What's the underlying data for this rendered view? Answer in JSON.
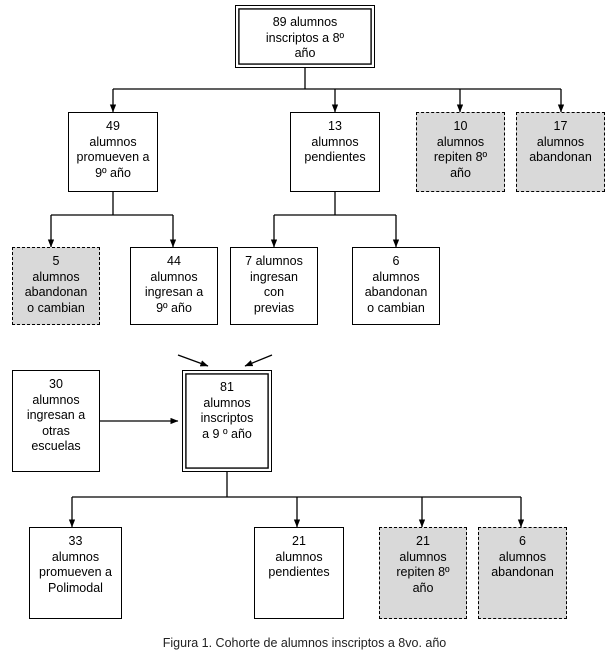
{
  "figure": {
    "caption": "Figura 1. Cohorte de alumnos inscriptos a 8vo. año",
    "colors": {
      "shaded_fill": "#d9d9d9",
      "line": "#000000",
      "background": "#ffffff"
    }
  },
  "nodes": {
    "root": {
      "label": "89 alumnos\ninscriptos a 8º\naño",
      "count": 89,
      "style": "double",
      "shaded": false
    },
    "promueven9": {
      "label": "49\nalumnos\npromueven a\n9º año",
      "count": 49,
      "style": "solid",
      "shaded": false
    },
    "pendientes8": {
      "label": "13\nalumnos\npendientes",
      "count": 13,
      "style": "solid",
      "shaded": false
    },
    "repiten8": {
      "label": "10\nalumnos\nrepiten 8º\naño",
      "count": 10,
      "style": "dashed",
      "shaded": true
    },
    "abandonan8": {
      "label": "17\nalumnos\nabandonan",
      "count": 17,
      "style": "dashed",
      "shaded": true
    },
    "abandonan_cambian5": {
      "label": "5\nalumnos\nabandonan\no cambian",
      "count": 5,
      "style": "dashed",
      "shaded": true
    },
    "ingresan44": {
      "label": "44\nalumnos\ningresan a\n9º año",
      "count": 44,
      "style": "solid",
      "shaded": false
    },
    "previas7": {
      "label": "7 alumnos\ningresan\ncon\nprevias",
      "count": 7,
      "style": "solid",
      "shaded": false
    },
    "abandonan_cambian6": {
      "label": "6\nalumnos\nabandonan\no cambian",
      "count": 6,
      "style": "solid",
      "shaded": false
    },
    "otras_escuelas30": {
      "label": "30\nalumnos\ningresan a\notras\nescuelas",
      "count": 30,
      "style": "solid",
      "shaded": false
    },
    "inscriptos81": {
      "label": "81\nalumnos\ninscriptos\na 9 º año",
      "count": 81,
      "style": "double",
      "shaded": false
    },
    "polimodal33": {
      "label": "33\nalumnos\npromueven a\nPolimodal",
      "count": 33,
      "style": "solid",
      "shaded": false
    },
    "pendientes21": {
      "label": "21\nalumnos\npendientes",
      "count": 21,
      "style": "solid",
      "shaded": false
    },
    "repiten21": {
      "label": "21\nalumnos\nrepiten 8º\naño",
      "count": 21,
      "style": "dashed",
      "shaded": true
    },
    "abandonan6": {
      "label": "6\nalumnos\nabandonan",
      "count": 6,
      "style": "dashed",
      "shaded": true
    }
  }
}
